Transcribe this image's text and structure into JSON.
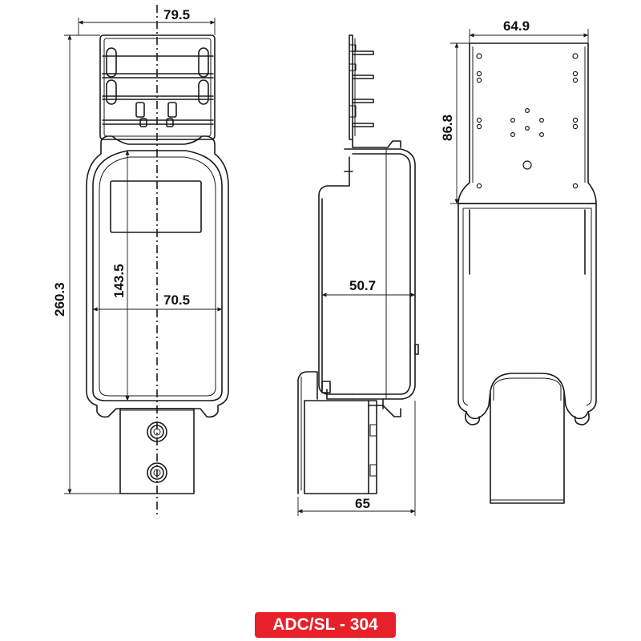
{
  "dimensions": {
    "front_top_width": "79.5",
    "overall_height": "260.3",
    "body_height": "143.5",
    "body_width": "70.5",
    "side_depth": "50.7",
    "side_bottom_width": "65",
    "bracket_width": "64.9",
    "bracket_height": "86.8"
  },
  "model": {
    "label": "ADC/SL - 304",
    "background": "#e8202a"
  }
}
